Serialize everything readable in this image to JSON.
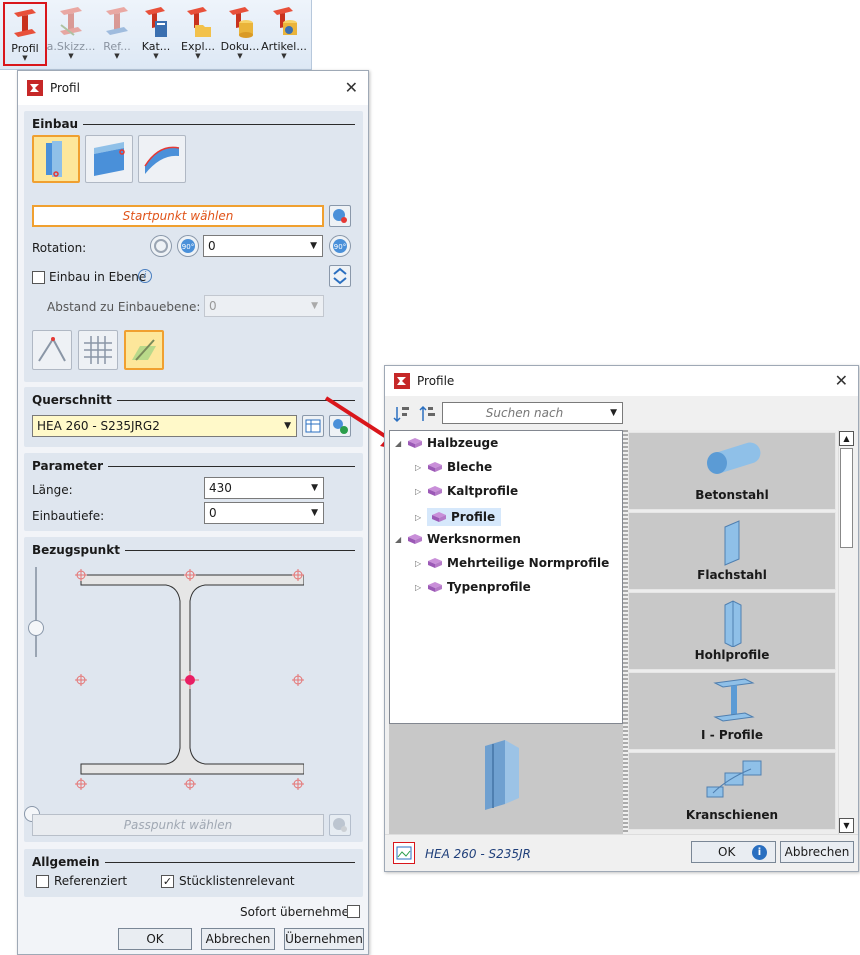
{
  "ribbon": {
    "buttons": [
      {
        "label": "Profil",
        "state": "selected"
      },
      {
        "label": "a.Skizz...",
        "state": "disabled"
      },
      {
        "label": "Ref...",
        "state": "disabled"
      },
      {
        "label": "Kat...",
        "state": "normal"
      },
      {
        "label": "Expl...",
        "state": "normal"
      },
      {
        "label": "Doku...",
        "state": "normal"
      },
      {
        "label": "Artikel...",
        "state": "normal"
      }
    ]
  },
  "profil_dialog": {
    "title": "Profil",
    "einbau": {
      "heading": "Einbau",
      "startpunkt_label": "Startpunkt wählen",
      "rotation_label": "Rotation:",
      "rotation_value": "0",
      "einbau_in_ebene_label": "Einbau in Ebene",
      "abstand_label": "Abstand zu Einbauebene:",
      "abstand_value": "0"
    },
    "querschnitt": {
      "heading": "Querschnitt",
      "value": "HEA 260 - S235JRG2"
    },
    "parameter": {
      "heading": "Parameter",
      "laenge_label": "Länge:",
      "laenge_value": "430",
      "einbautiefe_label": "Einbautiefe:",
      "einbautiefe_value": "0"
    },
    "bezugspunkt": {
      "heading": "Bezugspunkt",
      "passpunkt_label": "Passpunkt wählen"
    },
    "allgemein": {
      "heading": "Allgemein",
      "referenziert_label": "Referenziert",
      "referenziert_checked": false,
      "stuecklisten_label": "Stücklistenrelevant",
      "stuecklisten_checked": true
    },
    "sofort_label": "Sofort übernehmen",
    "ok_label": "OK",
    "abbrechen_label": "Abbrechen",
    "uebernehmen_label": "Übernehmen"
  },
  "profile_dialog": {
    "title": "Profile",
    "search_placeholder": "Suchen nach",
    "tree": [
      {
        "label": "Halbzeuge",
        "level": 0,
        "expanded": true
      },
      {
        "label": "Bleche",
        "level": 1
      },
      {
        "label": "Kaltprofile",
        "level": 1
      },
      {
        "label": "Profile",
        "level": 1,
        "selected": true
      },
      {
        "label": "Werksnormen",
        "level": 0,
        "expanded": true
      },
      {
        "label": "Mehrteilige Normprofile",
        "level": 1
      },
      {
        "label": "Typenprofile",
        "level": 1
      }
    ],
    "tiles": [
      "Betonstahl",
      "Flachstahl",
      "Hohlprofile",
      "I - Profile",
      "Kranschienen"
    ],
    "status_text": "HEA 260 - S235JR",
    "ok_label": "OK",
    "abbrechen_label": "Abbrechen"
  },
  "colors": {
    "accent_red": "#d9161b",
    "selected_orange": "#f0a030",
    "tile_gray": "#c8c8c8",
    "profile_blue": "#8fc0e8"
  }
}
